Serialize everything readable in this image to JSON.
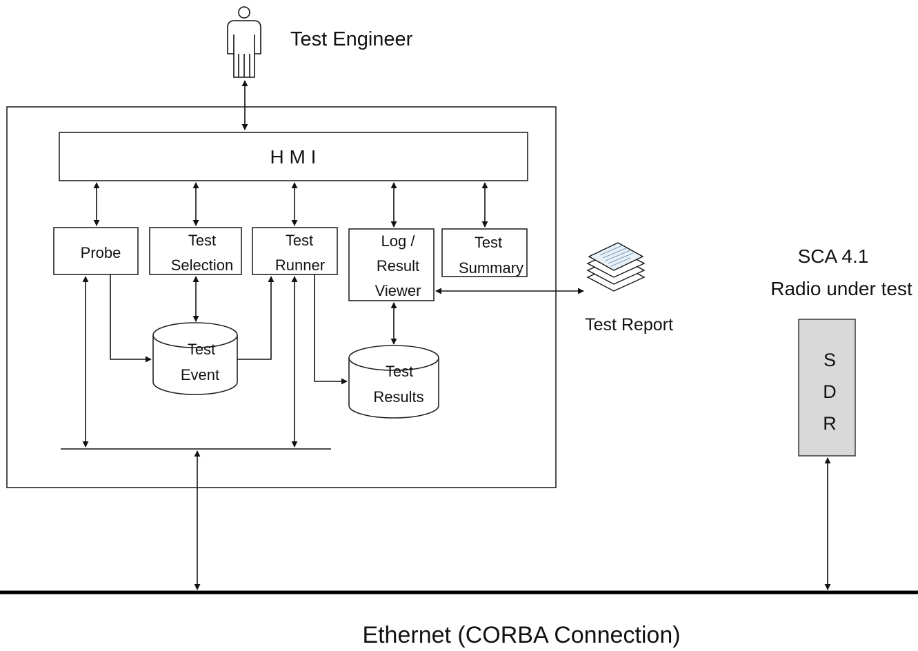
{
  "actor": {
    "label": "Test Engineer",
    "icon": "person-icon"
  },
  "hmi": {
    "label": "H M I"
  },
  "modules": {
    "probe": [
      "Probe"
    ],
    "test_selection": [
      "Test",
      "Selection"
    ],
    "test_runner": [
      "Test",
      "Runner"
    ],
    "log_viewer": [
      "Log /",
      "Result",
      "Viewer"
    ],
    "test_summary": [
      "Test",
      "Summary"
    ]
  },
  "databases": {
    "test_event": [
      "Test",
      "Event"
    ],
    "test_results": [
      "Test",
      "Results"
    ]
  },
  "report": {
    "label": "Test Report",
    "icon": "document-stack-icon"
  },
  "radio": {
    "title_line1": "SCA 4.1",
    "title_line2": "Radio under test",
    "sdr_letters": [
      "S",
      "D",
      "R"
    ]
  },
  "network": {
    "label": "Ethernet (CORBA Connection)"
  },
  "colors": {
    "sdr_fill": "#d9d9d9",
    "line": "#111111"
  }
}
